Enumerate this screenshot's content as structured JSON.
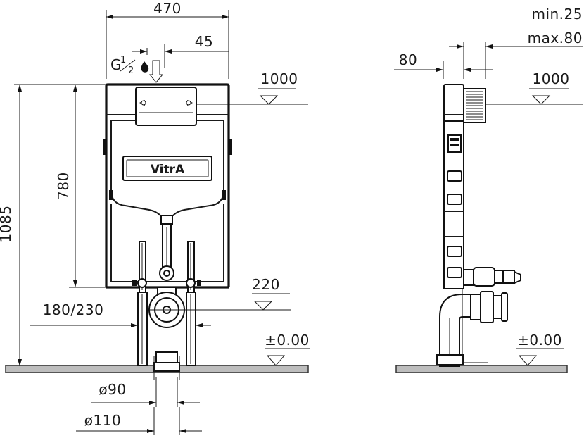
{
  "front_view": {
    "width_label": "470",
    "offset_label": "45",
    "connection_label_main": "G",
    "connection_label_num": "1",
    "connection_label_den": "2",
    "level_top_label": "1000",
    "height_frame_label": "780",
    "height_total_label": "1085",
    "level_drain_label": "220",
    "distance_label": "180/230",
    "floor_label": "±0.00",
    "dia_inner_label": "ø90",
    "dia_outer_label": "ø110",
    "logo_text": "VitrA"
  },
  "side_view": {
    "min_label": "min.25",
    "max_label": "max.80",
    "depth_label": "80",
    "level_top_label": "1000",
    "floor_label": "±0.00"
  }
}
